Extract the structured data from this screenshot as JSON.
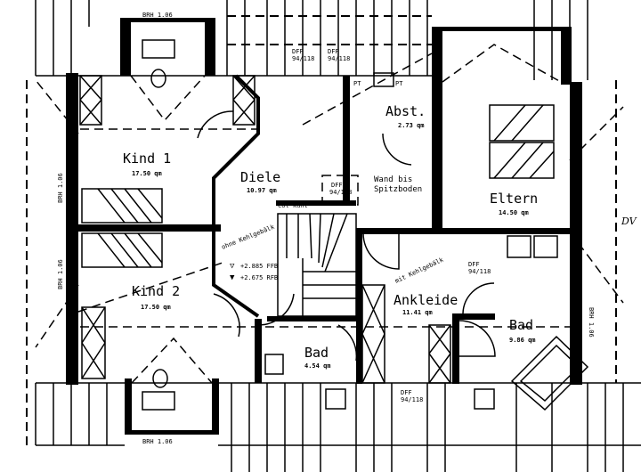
{
  "rooms": {
    "kind1": {
      "name": "Kind 1",
      "area": "17.50 qm"
    },
    "kind2": {
      "name": "Kind 2",
      "area": "17.50 qm"
    },
    "diele": {
      "name": "Diele",
      "area": "10.97 qm"
    },
    "abst": {
      "name": "Abst.",
      "area": "2.73 qm"
    },
    "eltern": {
      "name": "Eltern",
      "area": "14.50 qm"
    },
    "ankleide": {
      "name": "Ankleide",
      "area": "11.41 qm"
    },
    "bad1": {
      "name": "Bad",
      "area": "4.54 qm"
    },
    "bad2": {
      "name": "Bad",
      "area": "9.86 qm"
    }
  },
  "annotations": {
    "wand_line1": "Wand bis",
    "wand_line2": "Spitzboden",
    "ohne_kehl": "ohne Kehlgebälk",
    "mit_kehl": "mit Kehlgebälk",
    "col_kant": "Col kant",
    "ffb": "+2.885 FFB",
    "rfb": "+2.675 RFB",
    "dff_label": "DFF",
    "dff_size": "94/118",
    "brh_top": "BRH 1.06",
    "brh_left1": "BRH 1.06",
    "brh_left2": "BRH 1.06",
    "brh_right": "BRH 1.06",
    "brh_bottom": "BRH 1.06",
    "pt": "PT",
    "dv": "DV"
  }
}
